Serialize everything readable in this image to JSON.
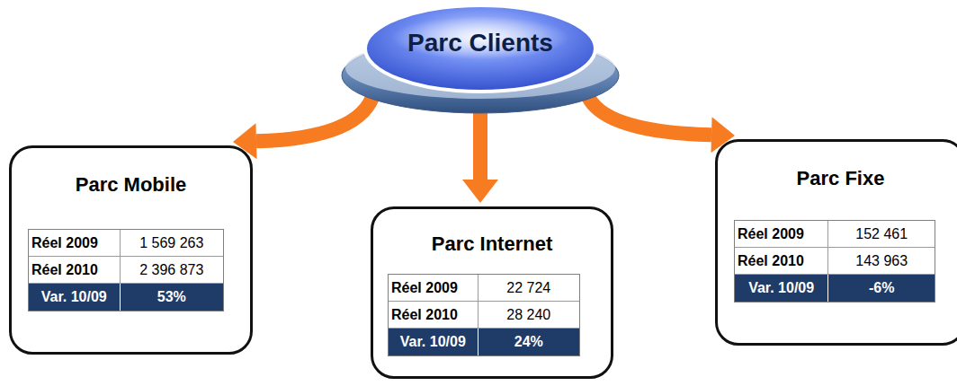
{
  "diagram": {
    "nodes": [
      {
        "text": [
          "Parc Clients"
        ]
      },
      {
        "text": [
          "Parc Mobile",
          "Réel 2009",
          "1 569 263",
          "Réel 2010",
          "2 396 873",
          "Var. 10/09",
          "53%"
        ]
      },
      {
        "text": [
          "Parc Internet",
          "Réel 2009",
          "22 724",
          "Réel 2010",
          "28 240",
          "Var. 10/09",
          "24%"
        ]
      },
      {
        "text": [
          "Parc Fixe",
          "Réel 2009",
          "152 461",
          "Réel 2010",
          "143 963",
          "Var. 10/09",
          "-6%"
        ]
      }
    ],
    "edges": [
      {
        "from": 0,
        "to": 1,
        "arrow": "to"
      },
      {
        "from": 0,
        "to": 2,
        "arrow": "to"
      },
      {
        "from": 0,
        "to": 3,
        "arrow": "to"
      }
    ]
  }
}
